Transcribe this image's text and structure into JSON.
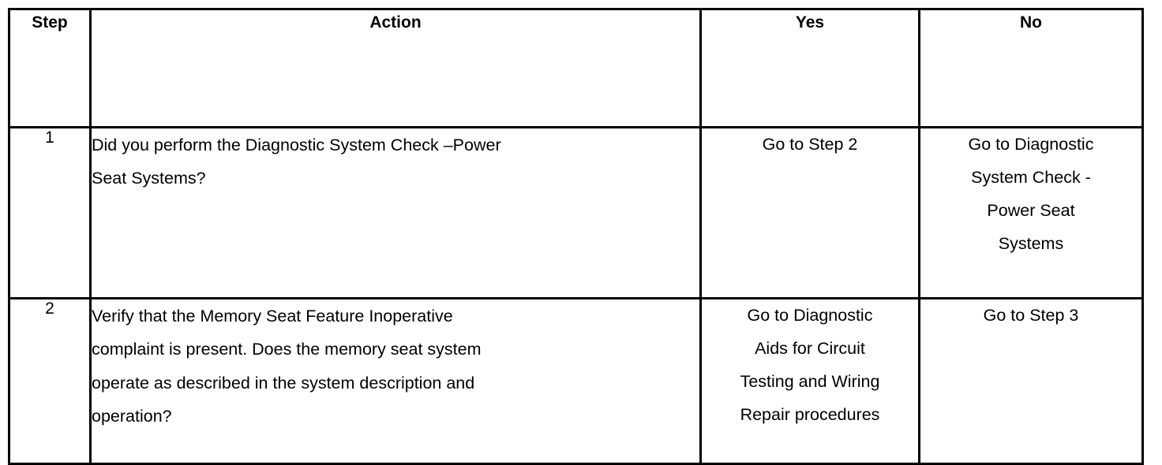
{
  "table": {
    "headers": {
      "step": "Step",
      "action": "Action",
      "yes": "Yes",
      "no": "No"
    },
    "rows": [
      {
        "step": "1",
        "action": "Did you perform the Diagnostic System Check –Power Seat Systems?",
        "action_lines": [
          "Did you perform the Diagnostic System Check –Power",
          "Seat Systems?"
        ],
        "yes": "Go to Step 2",
        "yes_lines": [
          "Go to Step 2"
        ],
        "yes_align": "bottom",
        "no": "Go to Diagnostic System Check - Power Seat Systems",
        "no_lines": [
          "Go to Diagnostic",
          "System Check -",
          "Power Seat",
          "Systems"
        ],
        "no_align": "top"
      },
      {
        "step": "2",
        "action": "Verify that the Memory Seat Feature Inoperative complaint is present. Does the memory seat system operate as described in the system description and operation?",
        "action_lines": [
          "Verify that the Memory Seat Feature Inoperative",
          "complaint is present. Does the memory seat system",
          "operate as described in the system description and",
          "operation?"
        ],
        "yes": "Go to Diagnostic Aids for Circuit Testing and Wiring Repair procedures",
        "yes_lines": [
          "Go to Diagnostic",
          "Aids for Circuit",
          "Testing and Wiring",
          "Repair procedures"
        ],
        "yes_align": "top",
        "no": "Go to Step 3",
        "no_lines": [
          "Go to Step 3"
        ],
        "no_align": "bottom"
      }
    ]
  },
  "colors": {
    "border": "#000000",
    "text": "#000000",
    "background": "#ffffff"
  }
}
